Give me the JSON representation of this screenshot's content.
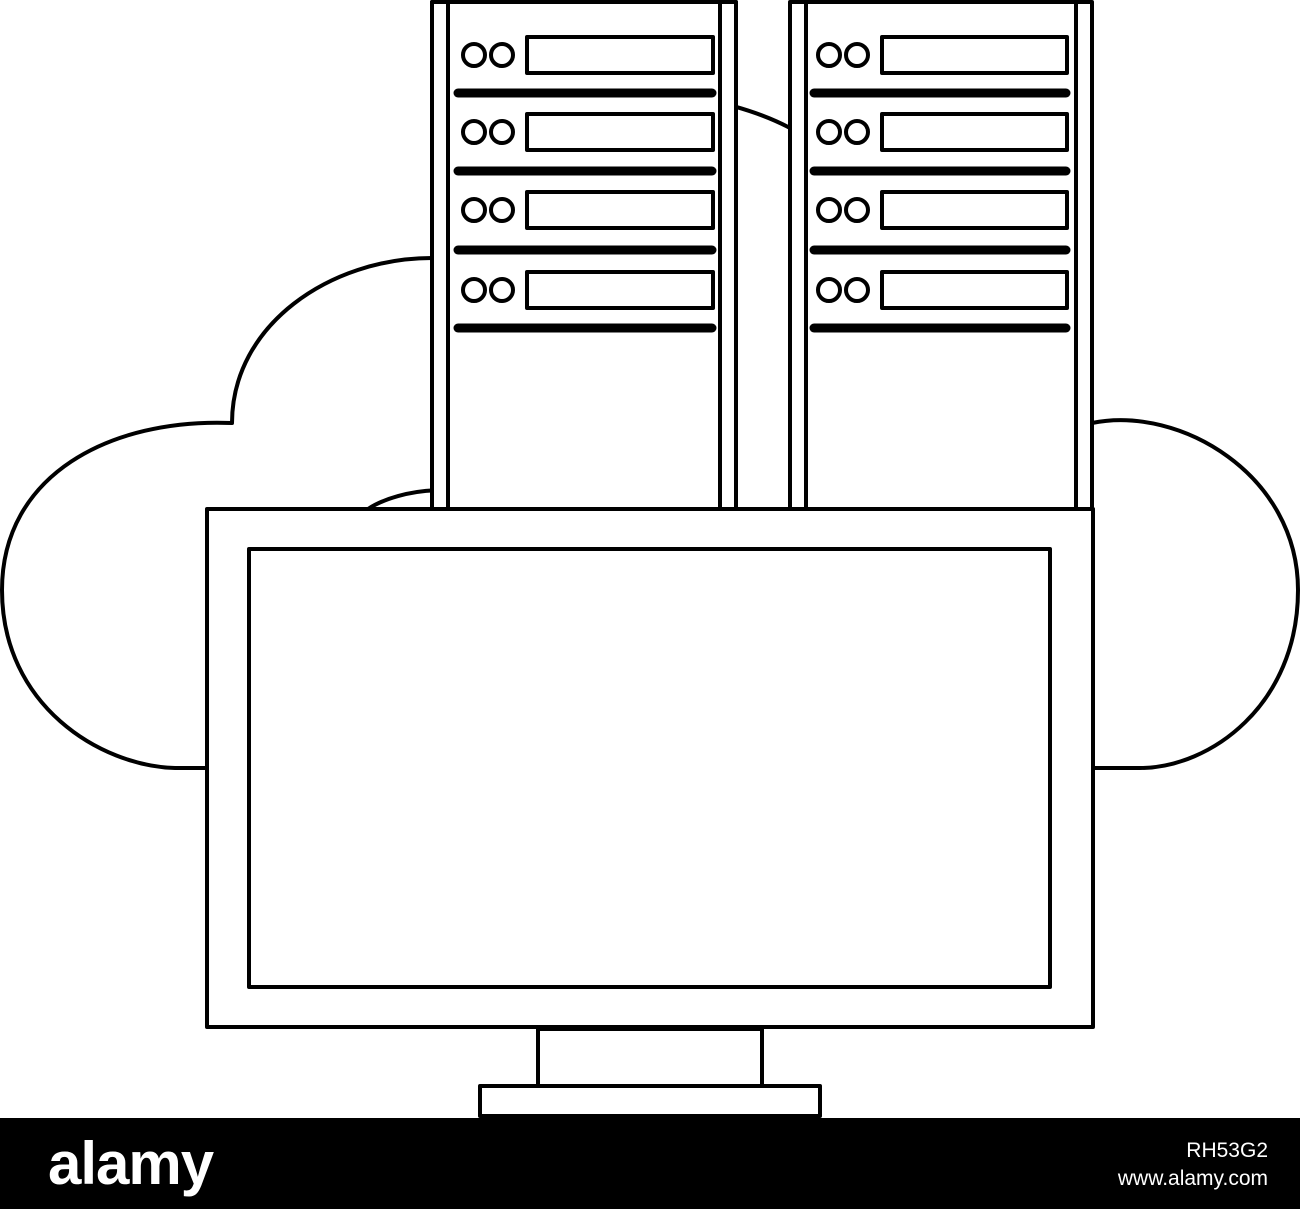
{
  "illustration": {
    "subject": "cloud-computing",
    "elements": [
      "cloud-outline",
      "server-tower-left",
      "server-tower-right",
      "desktop-monitor"
    ],
    "server_slots_per_tower": 4,
    "line_color": "#000000",
    "fill_color": "#ffffff"
  },
  "footer": {
    "brand": "alamy",
    "image_id": "RH53G2",
    "url": "www.alamy.com",
    "background_color": "#000000",
    "text_color": "#ffffff"
  }
}
